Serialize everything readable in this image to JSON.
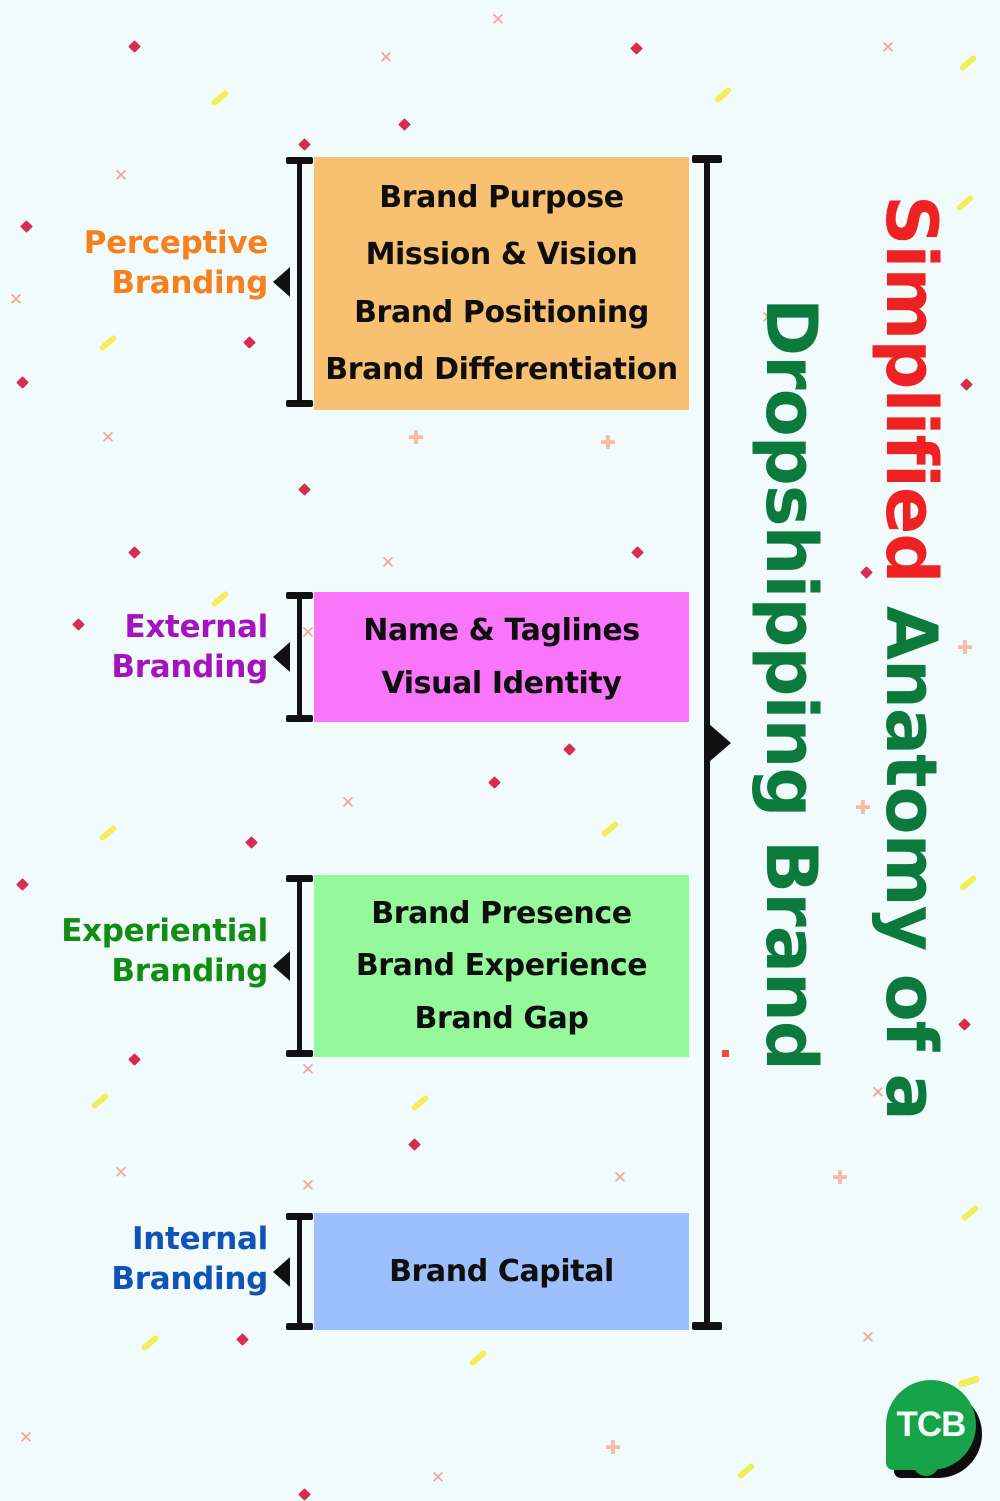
{
  "title": {
    "line1_red": "Simplified",
    "line1_green": " Anatomy of a",
    "line2": "Dropshipping Brand"
  },
  "colors": {
    "background": "#f2fbfb",
    "perceptive_label": "#f7801e",
    "external_label": "#a512c0",
    "experiential_label": "#128c12",
    "internal_label": "#1152b8",
    "perceptive_box": "#f8c171",
    "external_box": "#f975f9",
    "experiential_box": "#95f89a",
    "internal_box": "#9dc0fc",
    "title_red": "#ee2222",
    "title_green": "#0c7a3c",
    "bracket": "#111111"
  },
  "sections": [
    {
      "label_line1": "Perceptive",
      "label_line2": "Branding",
      "items": [
        "Brand Purpose",
        "Mission & Vision",
        "Brand Positioning",
        "Brand Differentiation"
      ]
    },
    {
      "label_line1": "External",
      "label_line2": "Branding",
      "items": [
        "Name & Taglines",
        "Visual Identity"
      ]
    },
    {
      "label_line1": "Experiential",
      "label_line2": "Branding",
      "items": [
        "Brand Presence",
        "Brand Experience",
        "Brand Gap"
      ]
    },
    {
      "label_line1": "Internal",
      "label_line2": "Branding",
      "items": [
        "Brand Capital"
      ]
    }
  ],
  "logo": {
    "text": "TCB"
  }
}
